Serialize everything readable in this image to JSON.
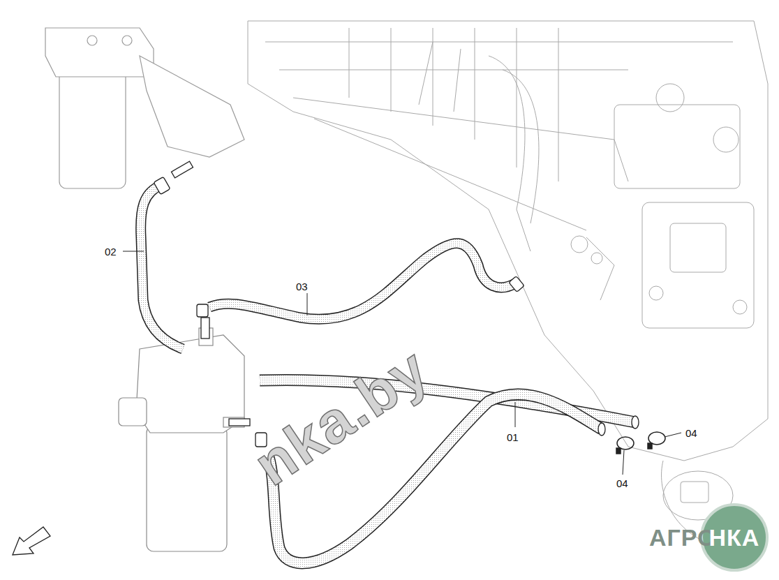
{
  "diagram": {
    "labels": [
      "02",
      "03",
      "01",
      "04",
      "04",
      "nka.by",
      "АГРО",
      "НКА"
    ]
  }
}
